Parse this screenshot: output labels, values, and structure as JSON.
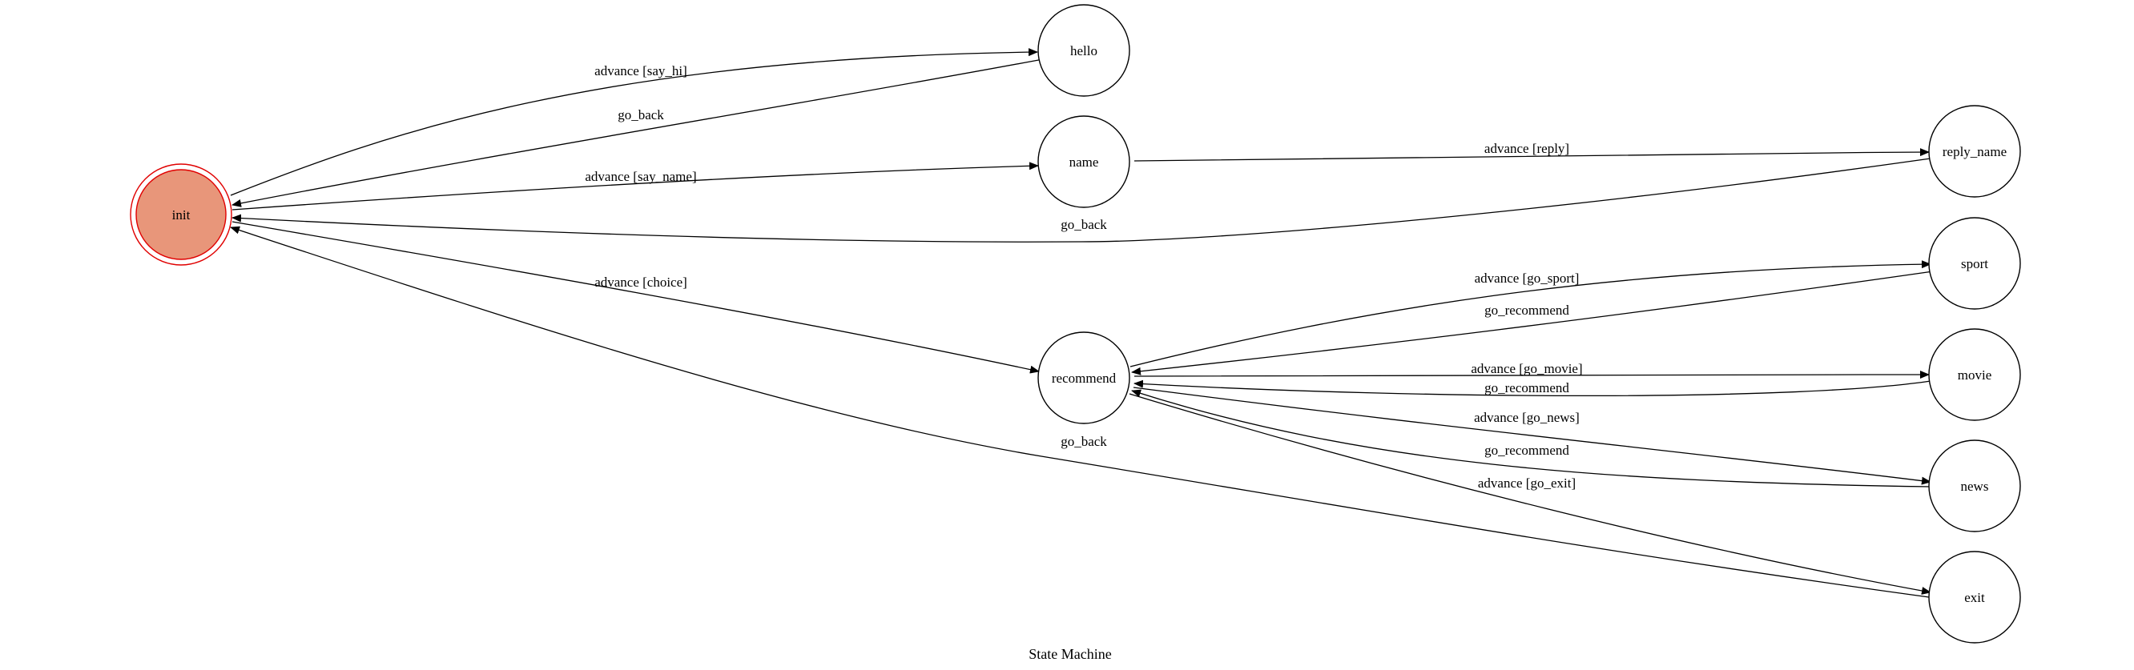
{
  "diagram": {
    "caption": "State Machine",
    "colors": {
      "initial_fill": "#e8967a",
      "initial_stroke": "#e00000",
      "node_stroke": "#000000",
      "edge_stroke": "#000000"
    },
    "nodes": [
      {
        "id": "init",
        "label": "init",
        "initial": true
      },
      {
        "id": "hello",
        "label": "hello"
      },
      {
        "id": "name",
        "label": "name"
      },
      {
        "id": "recommend",
        "label": "recommend"
      },
      {
        "id": "reply_name",
        "label": "reply_name"
      },
      {
        "id": "sport",
        "label": "sport"
      },
      {
        "id": "movie",
        "label": "movie"
      },
      {
        "id": "news",
        "label": "news"
      },
      {
        "id": "exit",
        "label": "exit"
      }
    ],
    "edges": [
      {
        "id": "e1",
        "from": "init",
        "to": "hello",
        "label": "advance [say_hi]"
      },
      {
        "id": "e2",
        "from": "hello",
        "to": "init",
        "label": "go_back"
      },
      {
        "id": "e3",
        "from": "init",
        "to": "name",
        "label": "advance [say_name]"
      },
      {
        "id": "e4",
        "from": "name",
        "to": "reply_name",
        "label": "advance [reply]"
      },
      {
        "id": "e5",
        "from": "reply_name",
        "to": "init",
        "label": "go_back"
      },
      {
        "id": "e6",
        "from": "init",
        "to": "recommend",
        "label": "advance [choice]"
      },
      {
        "id": "e7",
        "from": "recommend",
        "to": "sport",
        "label": "advance [go_sport]"
      },
      {
        "id": "e8",
        "from": "sport",
        "to": "recommend",
        "label": "go_recommend"
      },
      {
        "id": "e9",
        "from": "recommend",
        "to": "movie",
        "label": "advance [go_movie]"
      },
      {
        "id": "e10",
        "from": "movie",
        "to": "recommend",
        "label": "go_recommend"
      },
      {
        "id": "e11",
        "from": "recommend",
        "to": "news",
        "label": "advance [go_news]"
      },
      {
        "id": "e12",
        "from": "news",
        "to": "recommend",
        "label": "go_recommend"
      },
      {
        "id": "e13",
        "from": "recommend",
        "to": "exit",
        "label": "advance [go_exit]"
      },
      {
        "id": "e14",
        "from": "exit",
        "to": "init",
        "label": "go_back"
      }
    ]
  }
}
